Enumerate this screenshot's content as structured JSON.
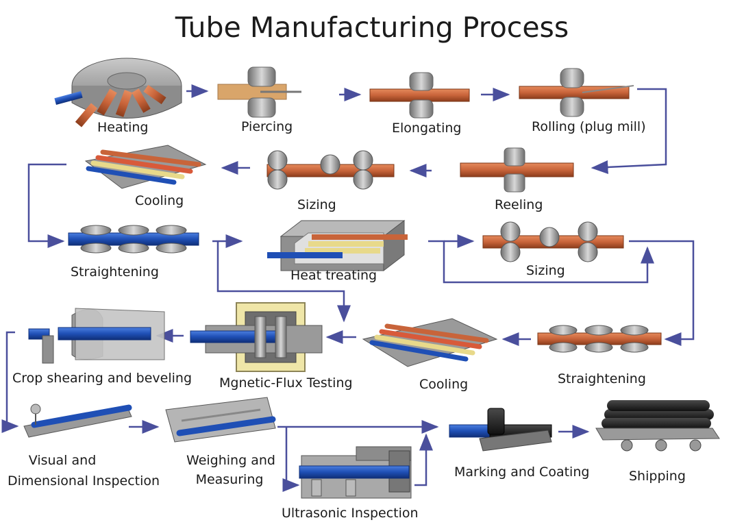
{
  "title": "Tube Manufacturing Process",
  "steps": {
    "heating": "Heating",
    "piercing": "Piercing",
    "elongating": "Elongating",
    "rolling": "Rolling (plug mill)",
    "cooling1": "Cooling",
    "sizing1": "Sizing",
    "reeling": "Reeling",
    "straightening1": "Straightening",
    "heat_treating": "Heat treating",
    "sizing2": "Sizing",
    "crop": "Crop shearing and beveling",
    "magnetic": "Mgnetic-Flux Testing",
    "cooling2": "Cooling",
    "straightening2": "Straightening",
    "visual_line1": "Visual and",
    "visual_line2": "Dimensional Inspection",
    "weighing_line1": "Weighing and",
    "weighing_line2": "Measuring",
    "marking": "Marking and Coating",
    "shipping": "Shipping",
    "ultrasonic": "Ultrasonic Inspection"
  },
  "colors": {
    "flow_arrow": "#4a4f9c",
    "tube_hot": "#c8643a",
    "tube_cold": "#1f4fb5",
    "machine": "#8c8c8c"
  }
}
